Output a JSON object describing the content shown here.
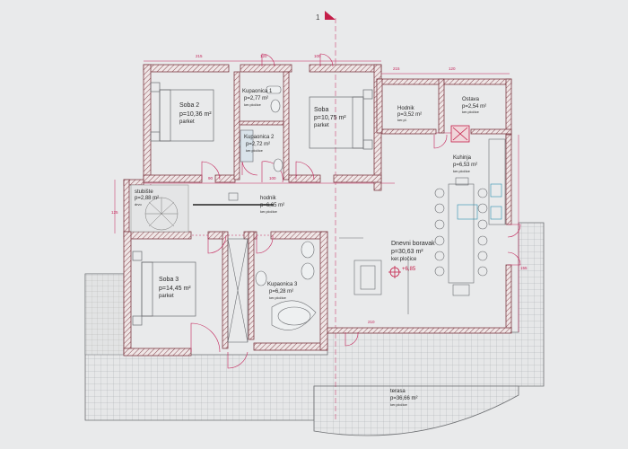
{
  "plan": {
    "section_marker": "1",
    "elevation": "+6,85",
    "rooms": [
      {
        "id": "soba2",
        "name": "Soba 2",
        "area": "p=10,36 m²",
        "floor": "parket"
      },
      {
        "id": "kupaonica1",
        "name": "Kupaonica 1",
        "area": "p=2,77 m²",
        "floor": "ker.pločice"
      },
      {
        "id": "kupaonica2",
        "name": "Kupaonica 2",
        "area": "p=2,72 m²",
        "floor": "ker.pločice"
      },
      {
        "id": "soba1",
        "name": "Soba",
        "area": "p=10,75 m²",
        "floor": "parket"
      },
      {
        "id": "hodnik_upper",
        "name": "Hodnik",
        "area": "p=3,52 m²",
        "floor": "ker.pl."
      },
      {
        "id": "ostava",
        "name": "Ostava",
        "area": "p=2,54 m²",
        "floor": "ker.pločice"
      },
      {
        "id": "kuhinja",
        "name": "Kuhinja",
        "area": "p=6,53 m²",
        "floor": "ker.pločice"
      },
      {
        "id": "stubiste",
        "name": "stubište",
        "area": "p=2,88 m²",
        "floor": "drvo"
      },
      {
        "id": "hodnik",
        "name": "hodnik",
        "area": "p=6,65 m²",
        "floor": "ker.pločice"
      },
      {
        "id": "soba3",
        "name": "Soba 3",
        "area": "p=14,45 m²",
        "floor": "parket"
      },
      {
        "id": "kupaonica3",
        "name": "Kupaonica 3",
        "area": "p=6,28 m²",
        "floor": "ker.pločice"
      },
      {
        "id": "dnevni",
        "name": "Dnevni boravak",
        "area": "p=30,63 m²",
        "floor": "ker.pločice"
      },
      {
        "id": "terasa",
        "name": "terasa",
        "area": "p=36,66 m²",
        "floor": "ker.pločice"
      }
    ],
    "dims": {
      "a": "215",
      "b": "120",
      "c": "100",
      "d": "215",
      "e": "120",
      "f": "125",
      "g": "155",
      "h": "90",
      "i": "100",
      "j": "210"
    }
  }
}
